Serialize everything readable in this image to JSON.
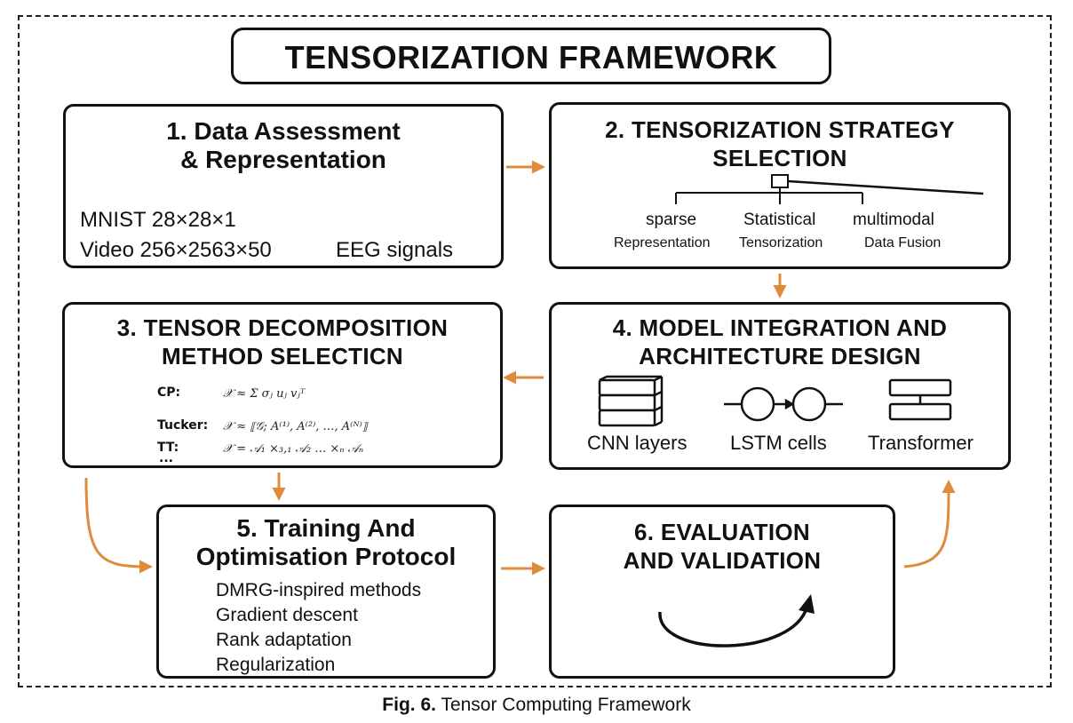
{
  "title": "TENSORIZATION FRAMEWORK",
  "step1": {
    "title_line1": "1. Data Assessment",
    "title_line2": "& Representation",
    "item1": "MNIST 28×28×1",
    "item2": "Video 256×2563×50",
    "item3": "EEG signals"
  },
  "step2": {
    "title_line1": "2. TENSORIZATION STRATEGY",
    "title_line2": "SELECTION",
    "branches": [
      {
        "top": "sparse",
        "bottom": "Representation"
      },
      {
        "top": "Statistical",
        "bottom": "Tensorization"
      },
      {
        "top": "multimodal",
        "bottom": "Data Fusion"
      }
    ]
  },
  "step3": {
    "title_line1": "3. TENSOR DECOMPOSITION",
    "title_line2": "METHOD SELECTICN",
    "methods": [
      {
        "label": "CP:",
        "formula": "𝒳 ≈ Σ σⱼ uⱼ vⱼᵀ"
      },
      {
        "label": "Tucker:",
        "formula": "𝒳 ≈ ⟦𝒢; A⁽¹⁾, A⁽²⁾, …, A⁽ᴺ⁾⟧"
      },
      {
        "label": "TT:",
        "formula": "𝒳 = 𝒜₁ ×₃,₁ 𝒜₂ … ×ₙ 𝒜ₙ"
      }
    ],
    "more": "..."
  },
  "step4": {
    "title_line1": "4. MODEL INTEGRATION AND",
    "title_line2": "ARCHITECTURE DESIGN",
    "components": [
      "CNN layers",
      "LSTM cells",
      "Transformer"
    ]
  },
  "step5": {
    "title_line1": "5. Training And",
    "title_line2": "Optimisation Protocol",
    "items": [
      "DMRG-inspired methods",
      "Gradient descent",
      "Rank adaptation",
      "Regularization"
    ]
  },
  "step6": {
    "title_line1": "6. EVALUATION",
    "title_line2": "AND VALIDATION"
  },
  "caption": {
    "label": "Fig. 6.",
    "text": "Tensor Computing Framework"
  },
  "colors": {
    "arrow": "#E08A3C",
    "border": "#111111"
  }
}
